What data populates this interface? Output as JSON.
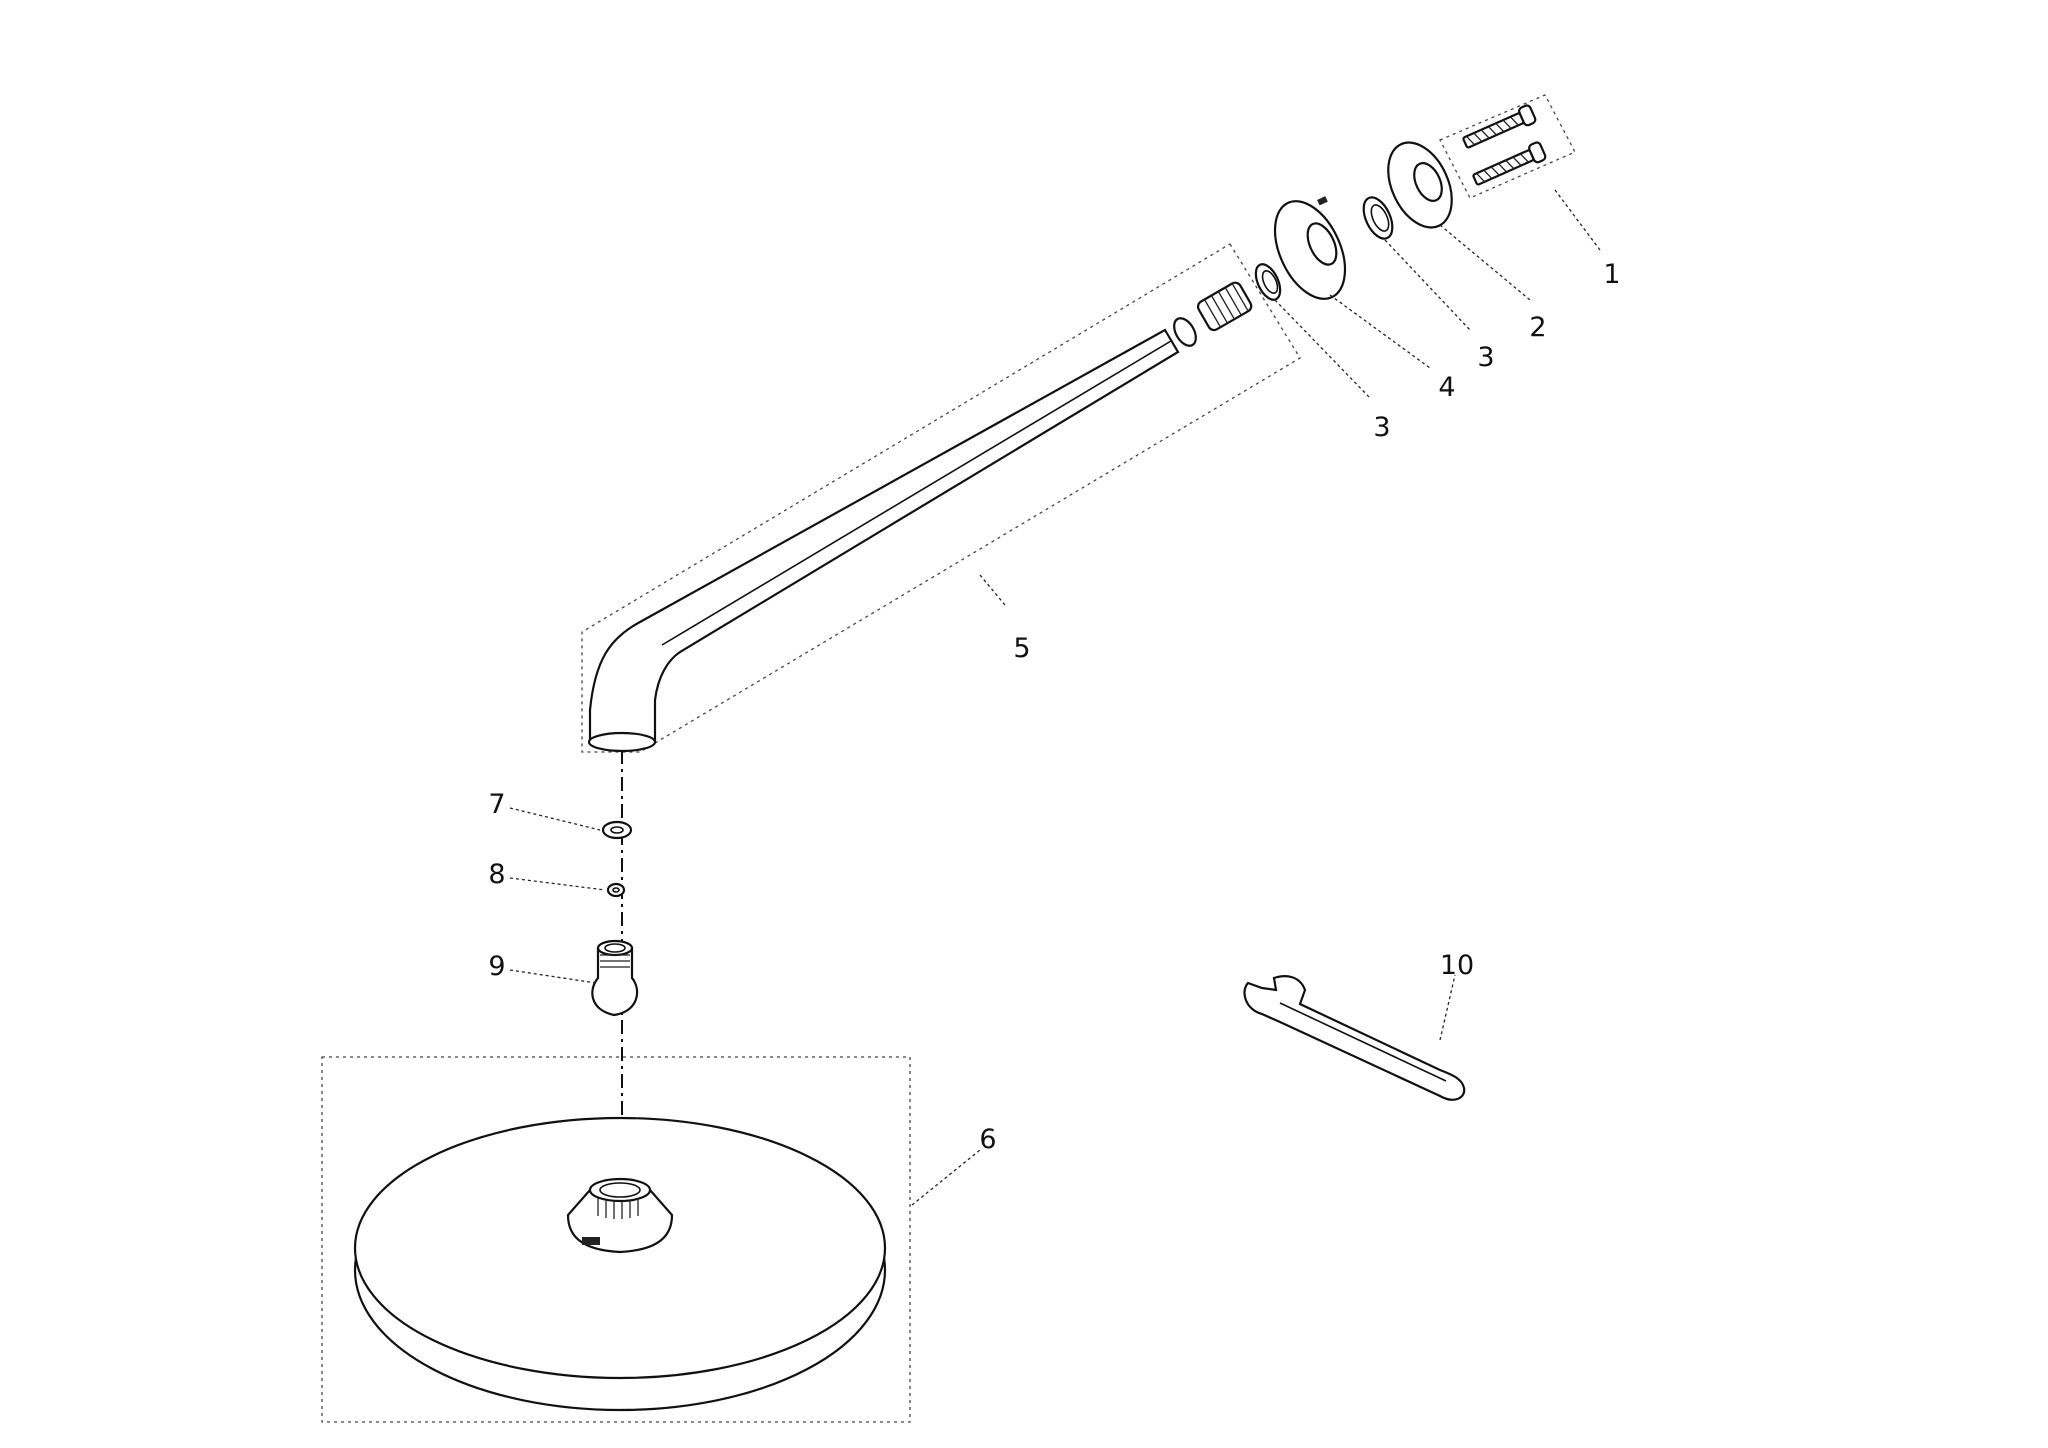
{
  "callouts": [
    {
      "id": "1",
      "label": "1",
      "part": "wall anchors and screws"
    },
    {
      "id": "2",
      "label": "2",
      "part": "wall flange"
    },
    {
      "id": "3a",
      "label": "3",
      "part": "seal ring (flange side)"
    },
    {
      "id": "4",
      "label": "4",
      "part": "cover rosette"
    },
    {
      "id": "3b",
      "label": "3",
      "part": "seal ring (arm side)"
    },
    {
      "id": "5",
      "label": "5",
      "part": "shower arm"
    },
    {
      "id": "6",
      "label": "6",
      "part": "overhead shower head"
    },
    {
      "id": "7",
      "label": "7",
      "part": "washer"
    },
    {
      "id": "8",
      "label": "8",
      "part": "filter"
    },
    {
      "id": "9",
      "label": "9",
      "part": "ball joint"
    },
    {
      "id": "10",
      "label": "10",
      "part": "wrench"
    }
  ]
}
